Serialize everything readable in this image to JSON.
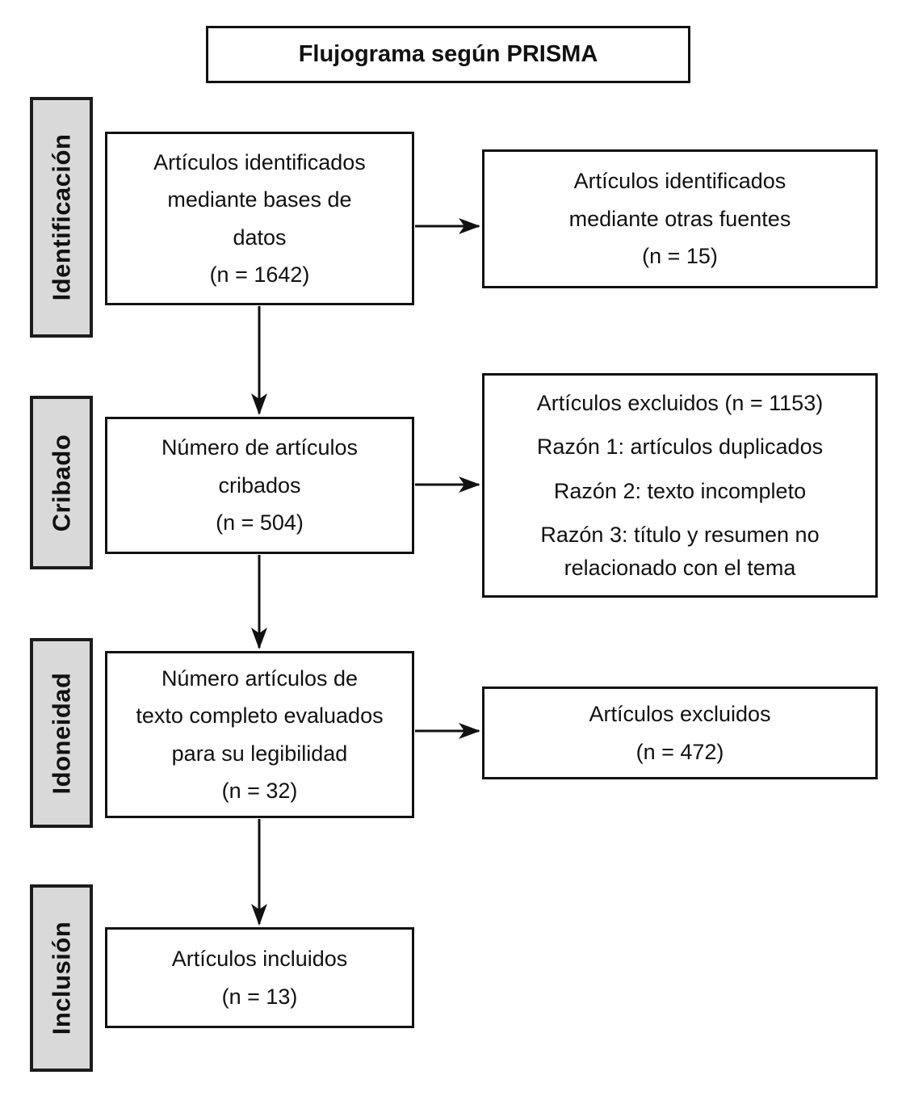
{
  "title": "Flujograma según PRISMA",
  "stages": [
    {
      "label": "Identificación"
    },
    {
      "label": "Cribado"
    },
    {
      "label": "Idoneidad"
    },
    {
      "label": "Inclusión"
    }
  ],
  "flow": {
    "identification": {
      "main": "Artículos identificados\nmediante bases de\ndatos\n(n = 1642)",
      "side": "Artículos identificados\nmediante otras fuentes\n(n = 15)"
    },
    "screening": {
      "main": "Número de artículos\ncribados\n(n = 504)",
      "side_lines": [
        "Artículos excluidos (n = 1153)",
        "Razón 1: artículos duplicados",
        "Razón 2: texto incompleto",
        "Razón 3: título y resumen no\nrelacionado con el tema"
      ]
    },
    "eligibility": {
      "main": "Número artículos de\ntexto completo evaluados\npara su legibilidad\n(n = 32)",
      "side": "Artículos excluidos\n(n = 472)"
    },
    "inclusion": {
      "main": "Artículos incluidos\n(n = 13)"
    }
  },
  "colors": {
    "stage_fill": "#d9d9d9",
    "border": "#111111",
    "background": "#ffffff"
  }
}
